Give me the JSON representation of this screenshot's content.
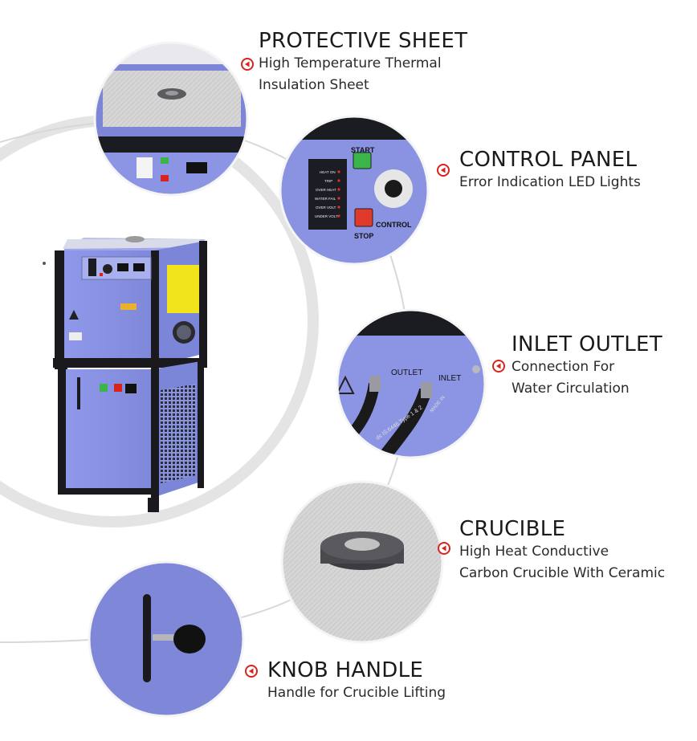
{
  "features": [
    {
      "key": "protective-sheet",
      "title": "PROTECTIVE SHEET",
      "desc": [
        "High Temperature Thermal",
        "Insulation Sheet"
      ]
    },
    {
      "key": "control-panel",
      "title": "CONTROL PANEL",
      "desc": [
        "Error Indication LED Lights"
      ]
    },
    {
      "key": "inlet-outlet",
      "title": "INLET OUTLET",
      "desc": [
        "Connection For",
        "Water Circulation"
      ]
    },
    {
      "key": "crucible",
      "title": "CRUCIBLE",
      "desc": [
        "High Heat Conductive",
        "Carbon Crucible With Ceramic"
      ]
    },
    {
      "key": "knob-handle",
      "title": "KNOB HANDLE",
      "desc": [
        "Handle for Crucible Lifting"
      ]
    }
  ],
  "panel": {
    "start_label": "START",
    "stop_label": "STOP",
    "control_label": "CONTROL",
    "leds": [
      "HEAT ON",
      "TRIP",
      "OVER HEAT",
      "WATER FAIL",
      "OVER VOLT",
      "UNDER VOLT"
    ]
  },
  "pipes": {
    "outlet_label": "OUTLET",
    "inlet_label": "INLET",
    "hose_text": "ds IS:6446 Type 1 & 2",
    "hose_text2": "MADE IN"
  },
  "colors": {
    "machine_blue": "#8c95e4",
    "machine_dark": "#1a1a1e",
    "marker_red": "#d8231f",
    "ring_gray": "#d9d9d9",
    "sheet_gray": "#dcdcdc"
  }
}
